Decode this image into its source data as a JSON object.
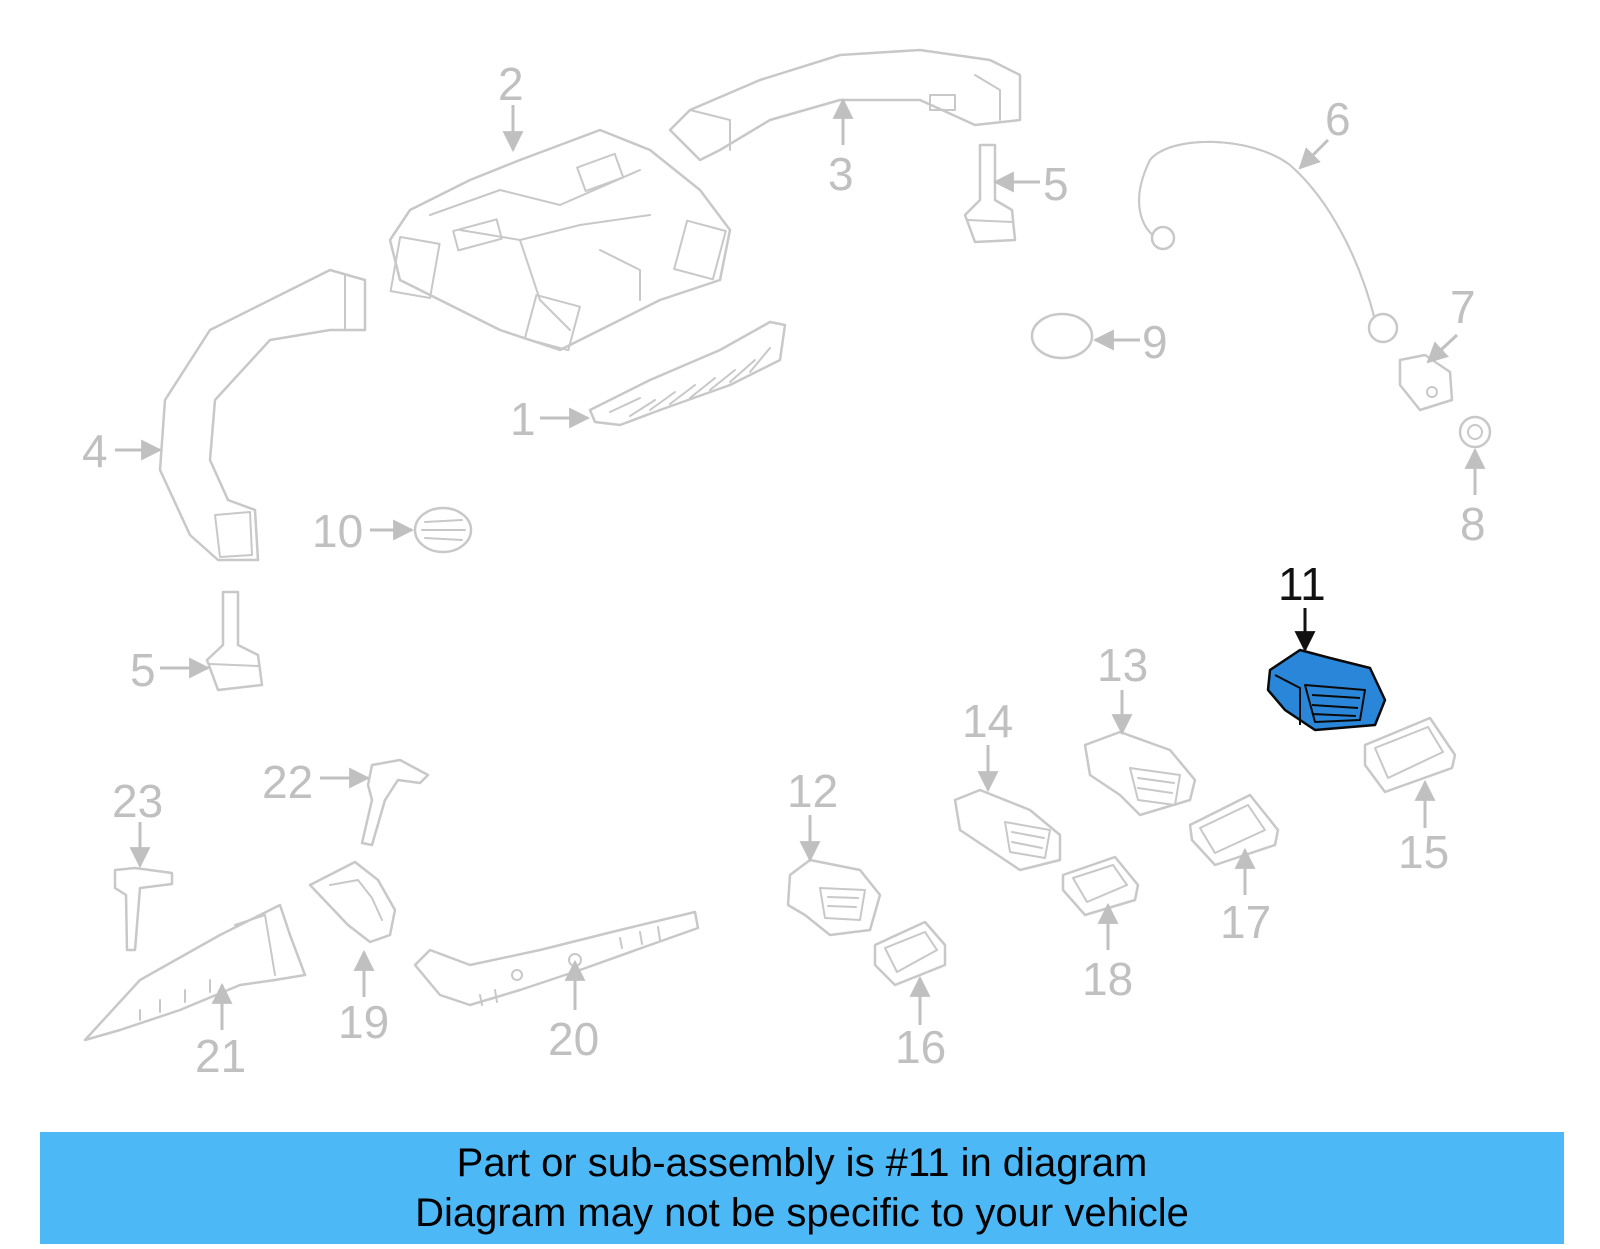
{
  "highlight": {
    "part_number": "11",
    "color": "#2a86d8"
  },
  "diagram": {
    "callouts": [
      "1",
      "2",
      "3",
      "4",
      "5",
      "5",
      "6",
      "7",
      "8",
      "9",
      "10",
      "11",
      "12",
      "13",
      "14",
      "15",
      "16",
      "17",
      "18",
      "19",
      "20",
      "21",
      "22",
      "23"
    ]
  },
  "banner": {
    "line1": "Part or sub-assembly is #11 in diagram",
    "line2": "Diagram may not be specific to your vehicle",
    "color": "#4cb8f5"
  }
}
